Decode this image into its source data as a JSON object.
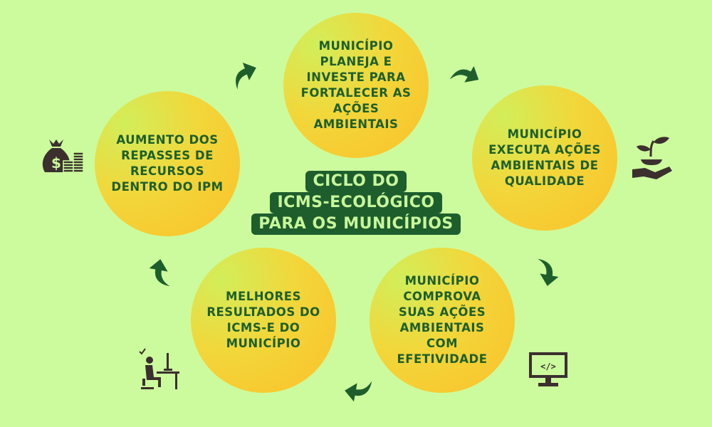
{
  "title": {
    "line1": "CICLO DO",
    "line2": "ICMS-ECOLÓGICO",
    "line3": "PARA OS MUNICÍPIOS"
  },
  "steps": [
    {
      "text": "MUNICÍPIO PLANEJA E INVESTE PARA FORTALECER AS AÇÕES AMBIENTAIS",
      "icon": "none"
    },
    {
      "text": "MUNICÍPIO EXECUTA AÇÕES AMBIENTAIS DE QUALIDADE",
      "icon": "plant-in-hand-icon"
    },
    {
      "text": "MUNICÍPIO COMPROVA SUAS AÇÕES AMBIENTAIS COM EFETIVIDADE",
      "icon": "computer-code-icon"
    },
    {
      "text": "MELHORES RESULTADOS DO ICMS-E DO MUNICÍPIO",
      "icon": "person-at-desk-icon"
    },
    {
      "text": "AUMENTO DOS REPASSES DE RECURSOS DENTRO DO IPM",
      "icon": "money-bag-icon"
    }
  ],
  "colors": {
    "background": "#ccfb9d",
    "dark_green": "#1d5e2c",
    "text_light": "#c8f79b",
    "circle_orange": "#fbc02a",
    "icon": "#3b302e"
  }
}
